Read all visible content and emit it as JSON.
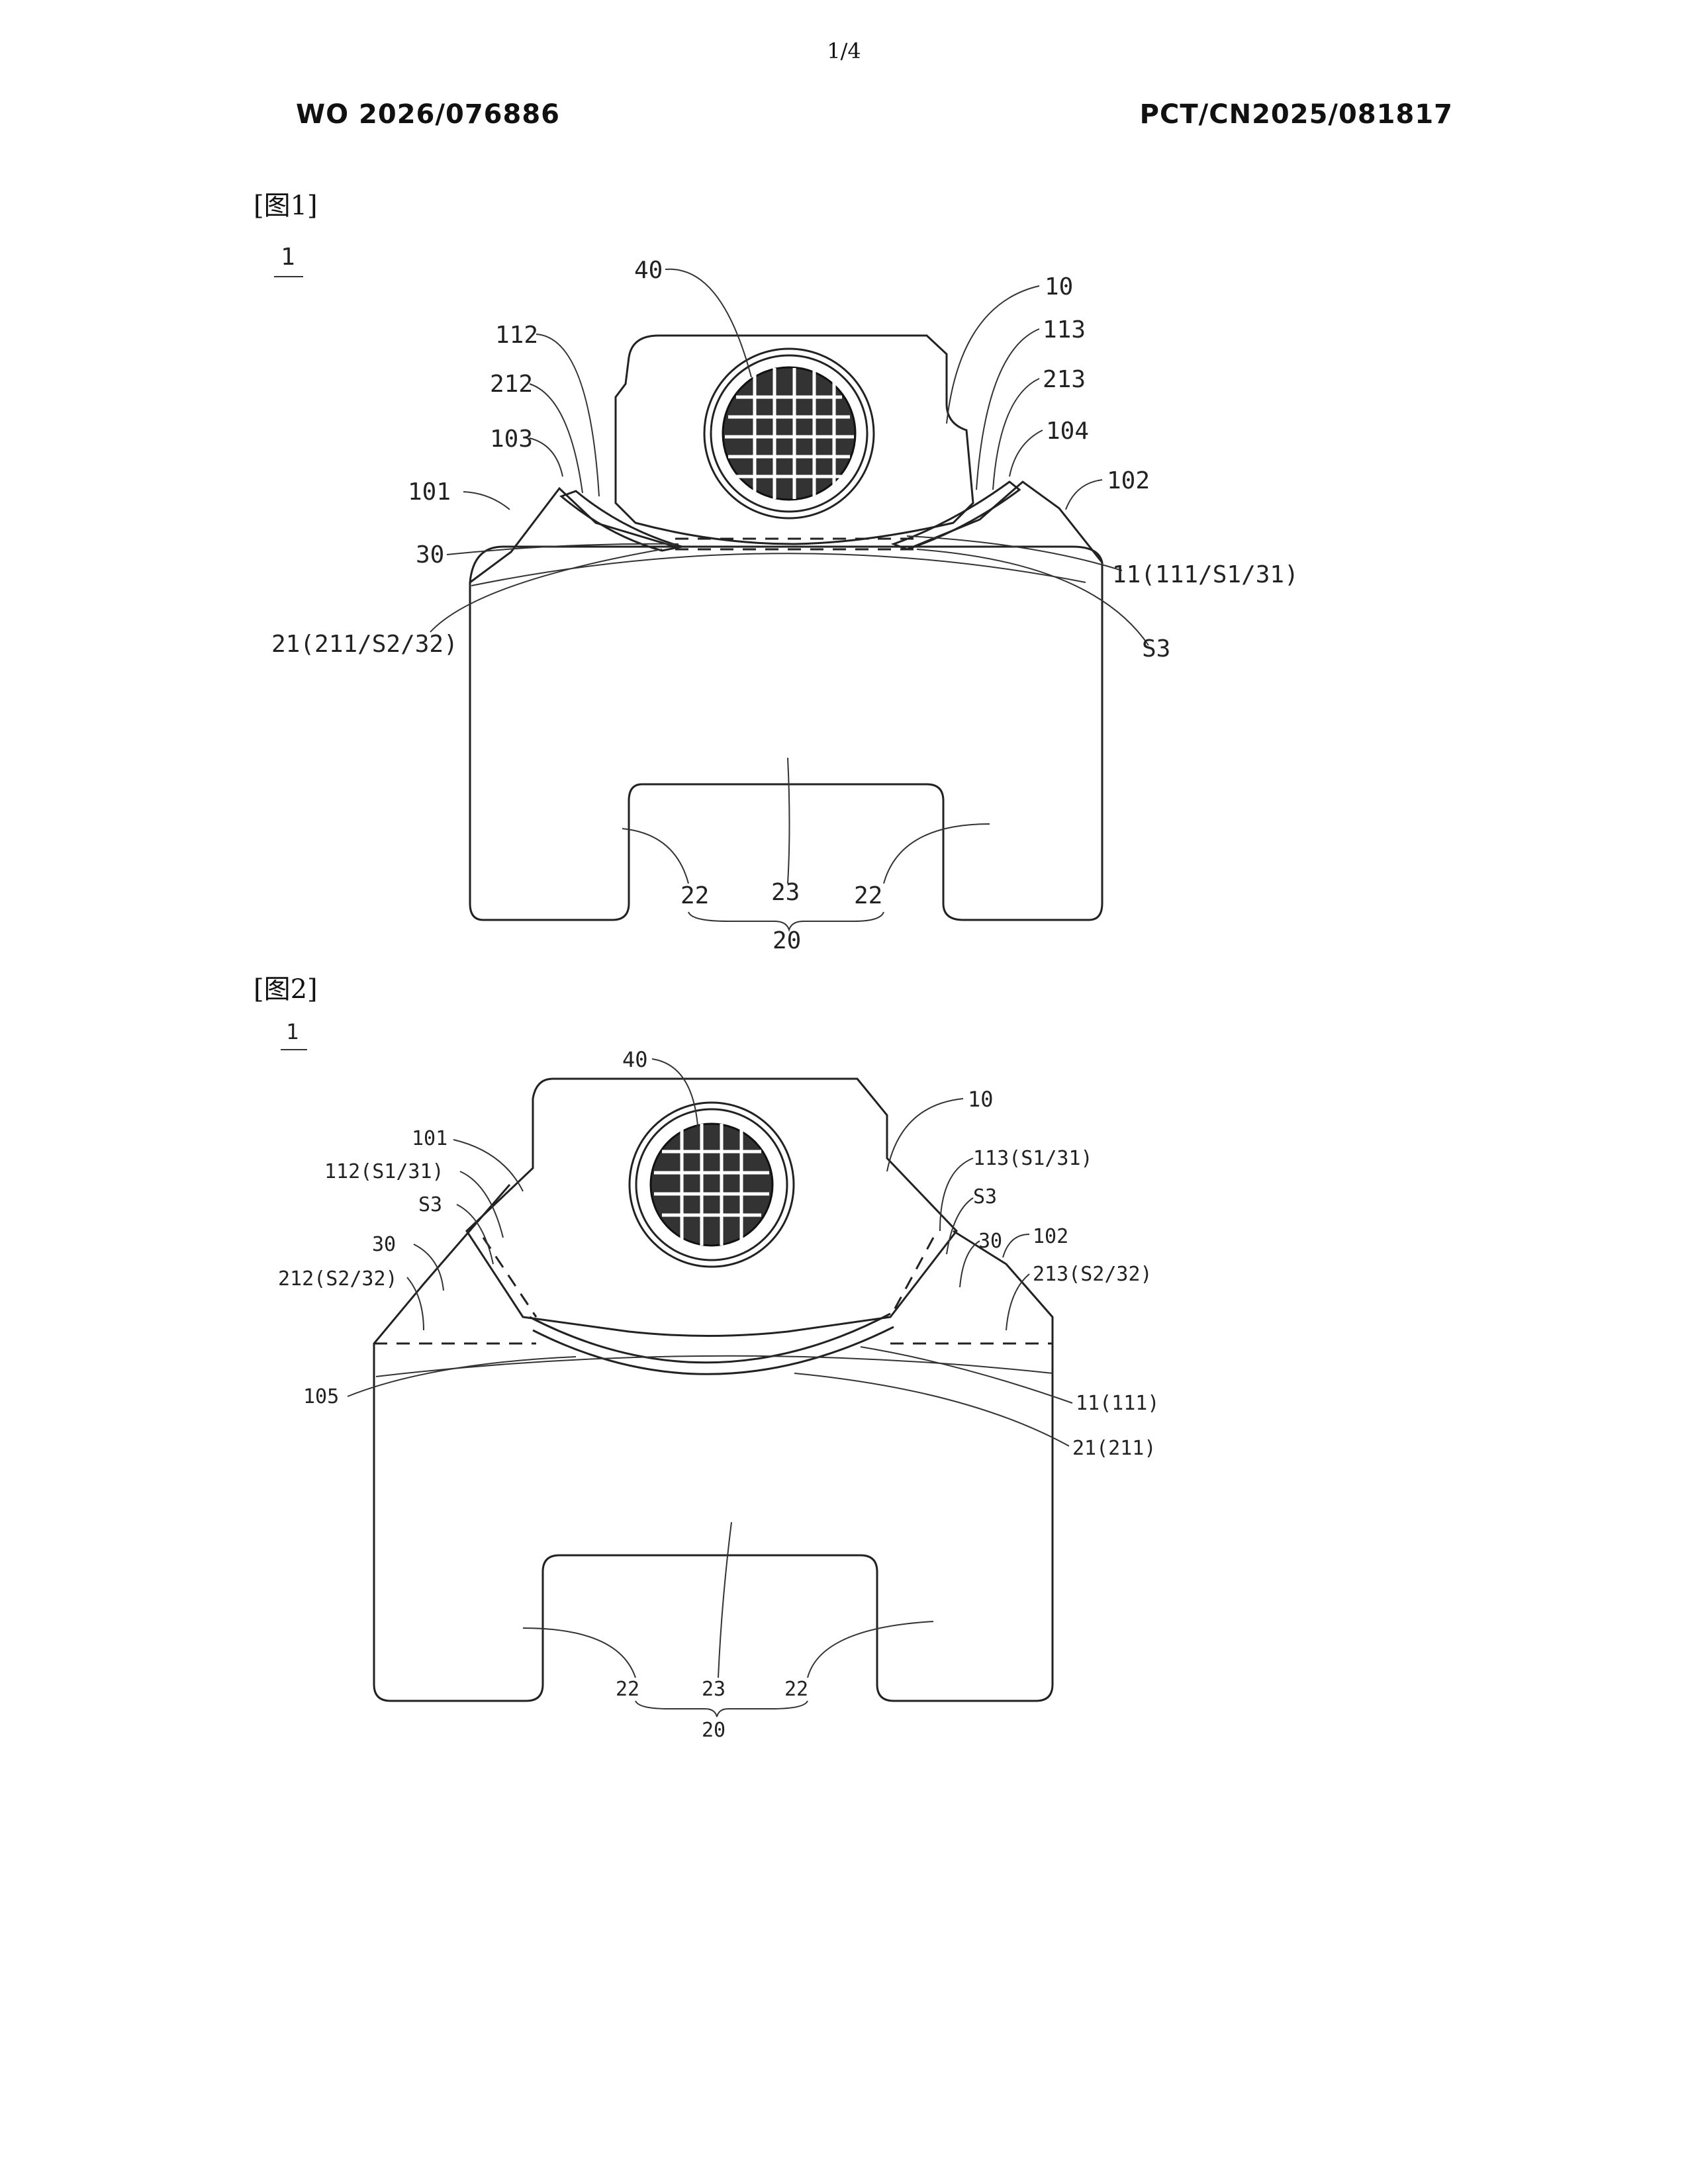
{
  "page": {
    "number": "1/4",
    "pub_number": "WO 2026/076886",
    "app_number": "PCT/CN2025/081817"
  },
  "figures": [
    {
      "label": "[图1]",
      "device_ref": "1",
      "refs": {
        "r40": "40",
        "r10": "10",
        "r112": "112",
        "r113": "113",
        "r212": "212",
        "r213": "213",
        "r103": "103",
        "r104": "104",
        "r101": "101",
        "r102": "102",
        "r30": "30",
        "r11": "11(111/S1/31)",
        "r21": "21(211/S2/32)",
        "rS3": "S3",
        "r22a": "22",
        "r23": "23",
        "r22b": "22",
        "r20": "20"
      }
    },
    {
      "label": "[图2]",
      "device_ref": "1",
      "refs": {
        "r40": "40",
        "r10": "10",
        "r101": "101",
        "r112": "112(S1/31)",
        "r113": "113(S1/31)",
        "rS3a": "S3",
        "rS3b": "S3",
        "r30a": "30",
        "r30b": "30",
        "r102": "102",
        "r212": "212(S2/32)",
        "r213": "213(S2/32)",
        "r105": "105",
        "r11": "11(111)",
        "r21": "21(211)",
        "r22a": "22",
        "r23": "23",
        "r22b": "22",
        "r20": "20"
      }
    }
  ]
}
